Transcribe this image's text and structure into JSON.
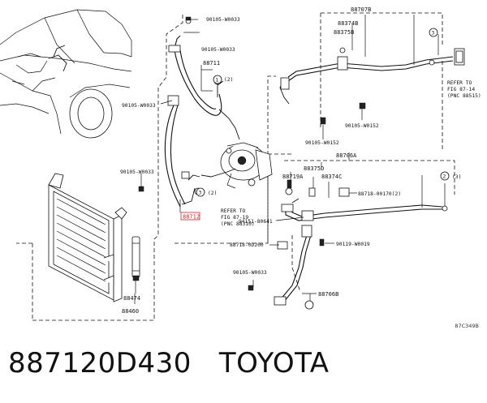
{
  "caption": {
    "part_number": "887120D430",
    "brand": "TOYOTA"
  },
  "diagram_code": "87C349B",
  "labels": {
    "l_90105_w0033_a": "90105-W0033",
    "l_90105_w0033_b": "90105-W0033",
    "l_88711": "88711",
    "l_circle1": "1",
    "l_paren2_a": "(2)",
    "l_90105_w0033_c": "90105-W0033",
    "l_90105_w0033_d": "90105-W0033",
    "l_circle3_a": "3",
    "l_paren2_b": "(2)",
    "l_88712": "88712",
    "l_88707b": "88707B",
    "l_88374b": "88374B",
    "l_88375b": "88375B",
    "l_circle3_b": "3",
    "l_90105_w0152_a": "90105-W0152",
    "l_90105_w0152_b": "90105-W0152",
    "l_88706a": "88706A",
    "l_88375d": "88375D",
    "l_88719a": "88719A",
    "l_88374c": "88374C",
    "l_circle2": "2",
    "l_paren3": "(3)",
    "l_88718_00170": "88718-00170(2)",
    "l_94151_80641": "94151-80641",
    "l_88718_0d200": "88718-0D200",
    "l_90119_w0019": "90119-W0019",
    "l_90105_w0033_e": "90105-W0033",
    "l_88706b": "88706B",
    "l_88474": "88474",
    "l_88460": "88460"
  },
  "refs": {
    "ref_a_1": "REFER TO",
    "ref_a_2": "FIG 87-19",
    "ref_a_3": "(PNC 88310)",
    "ref_b_1": "REFER TO",
    "ref_b_2": "FIG 87-14",
    "ref_b_3": "(PNC 88515)"
  }
}
